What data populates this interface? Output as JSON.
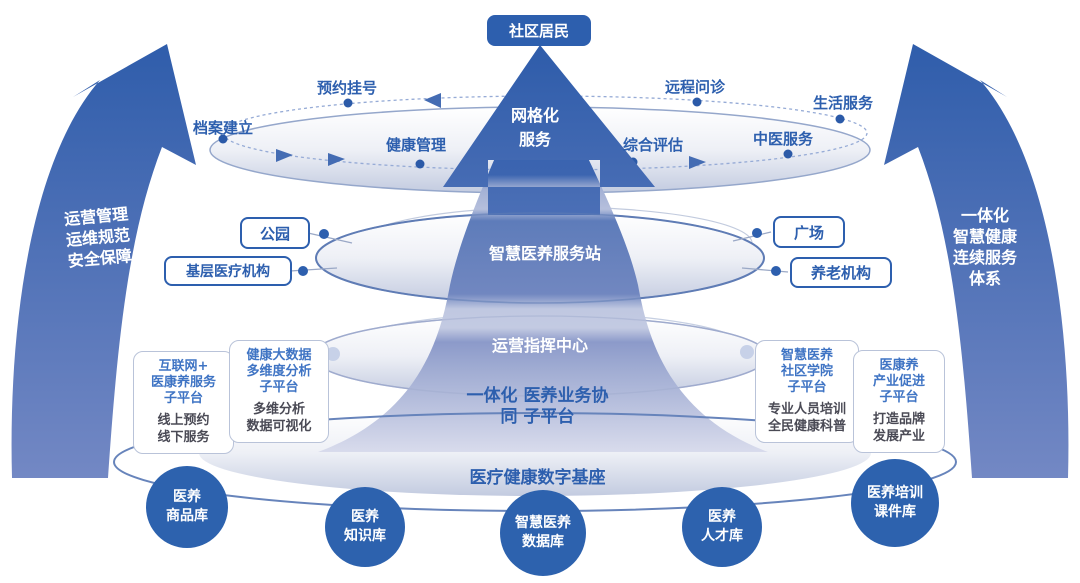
{
  "colors": {
    "primary_blue": "#2d5fae",
    "arrow_gradient_top": "#2f5dab",
    "arrow_gradient_bottom": "#7388c4",
    "circle_blue": "#2d62ae",
    "platform_title_blue": "#3f74c4",
    "platform_body_gray": "#4a4a55",
    "light_ellipse_fill": "#c3cbe0"
  },
  "top_box": {
    "label": "社区居民"
  },
  "side_arrows": {
    "left_lines": [
      "运营管理",
      "运维规范",
      "安全保障"
    ],
    "right_lines": [
      "一体化",
      "智慧健康",
      "连续服务",
      "体系"
    ]
  },
  "funnel": {
    "grid_service_lines": [
      "网格化",
      "服务"
    ],
    "service_station": "智慧医养服务站",
    "command_center": "运营指挥中心",
    "collab_lines": [
      "一体化",
      "医养业务协同",
      "子平台"
    ],
    "digital_base": "医疗健康数字基座"
  },
  "loop_labels": [
    {
      "text": "档案建立"
    },
    {
      "text": "预约挂号"
    },
    {
      "text": "健康管理"
    },
    {
      "text": "综合评估"
    },
    {
      "text": "中医服务"
    },
    {
      "text": "远程问诊"
    },
    {
      "text": "生活服务"
    }
  ],
  "row2_boxes": [
    {
      "label": "公园"
    },
    {
      "label": "基层医疗机构"
    },
    {
      "label": "广场"
    },
    {
      "label": "养老机构"
    }
  ],
  "sub_platforms": [
    {
      "title_lines": [
        "互联网+",
        "医康养服务",
        "子平台"
      ],
      "body_lines": [
        "线上预约",
        "线下服务"
      ]
    },
    {
      "title_lines": [
        "健康大数据",
        "多维度分析",
        "子平台"
      ],
      "body_lines": [
        "多维分析",
        "数据可视化"
      ]
    },
    {
      "title_lines": [
        "智慧医养",
        "社区学院",
        "子平台"
      ],
      "body_lines": [
        "专业人员培训",
        "全民健康科普"
      ]
    },
    {
      "title_lines": [
        "医康养",
        "产业促进",
        "子平台"
      ],
      "body_lines": [
        "打造品牌",
        "发展产业"
      ]
    }
  ],
  "databases": [
    {
      "lines": [
        "医养",
        "商品库"
      ]
    },
    {
      "lines": [
        "医养",
        "知识库"
      ]
    },
    {
      "lines": [
        "智慧医养",
        "数据库"
      ]
    },
    {
      "lines": [
        "医养",
        "人才库"
      ]
    },
    {
      "lines": [
        "医养培训",
        "课件库"
      ]
    }
  ]
}
